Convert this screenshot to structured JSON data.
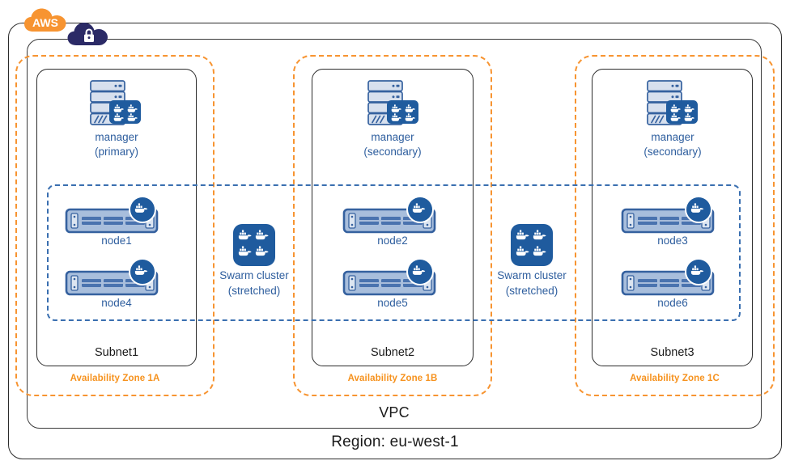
{
  "diagram": {
    "region": {
      "label": "Region: eu-west-1"
    },
    "vpc": {
      "label": "VPC",
      "icon": "vpc-lock-cloud-icon"
    },
    "cloud_provider": {
      "label": "AWS",
      "icon": "aws-cloud-icon"
    },
    "availability_zones": [
      {
        "label": "Availability Zone 1A",
        "subnet": "Subnet1"
      },
      {
        "label": "Availability Zone 1B",
        "subnet": "Subnet2"
      },
      {
        "label": "Availability Zone 1C",
        "subnet": "Subnet3"
      }
    ],
    "managers": [
      {
        "name": "manager",
        "role": "(primary)",
        "icon": "swarm-manager-icon"
      },
      {
        "name": "manager",
        "role": "(secondary)",
        "icon": "swarm-manager-icon"
      },
      {
        "name": "manager",
        "role": "(secondary)",
        "icon": "swarm-manager-icon"
      }
    ],
    "nodes": [
      {
        "label": "node1",
        "zone": 0,
        "icon": "docker-node-icon"
      },
      {
        "label": "node4",
        "zone": 0,
        "icon": "docker-node-icon"
      },
      {
        "label": "node2",
        "zone": 1,
        "icon": "docker-node-icon"
      },
      {
        "label": "node5",
        "zone": 1,
        "icon": "docker-node-icon"
      },
      {
        "label": "node3",
        "zone": 2,
        "icon": "docker-node-icon"
      },
      {
        "label": "node6",
        "zone": 2,
        "icon": "docker-node-icon"
      }
    ],
    "swarm_clusters": [
      {
        "title": "Swarm cluster",
        "subtitle": "(stretched)",
        "icon": "swarm-cluster-icon"
      },
      {
        "title": "Swarm cluster",
        "subtitle": "(stretched)",
        "icon": "swarm-cluster-icon"
      }
    ],
    "colors": {
      "aws_orange": "#F79431",
      "az_orange": "#F6921E",
      "vpc_navy": "#2B2A66",
      "docker_blue": "#1F5B9E",
      "node_body": "#A8BEDC",
      "node_outline": "#35619F",
      "text_blue": "#2E5E9E",
      "border_dark": "#2B2B2B",
      "swarm_band_blue": "#3A6FB0"
    }
  }
}
